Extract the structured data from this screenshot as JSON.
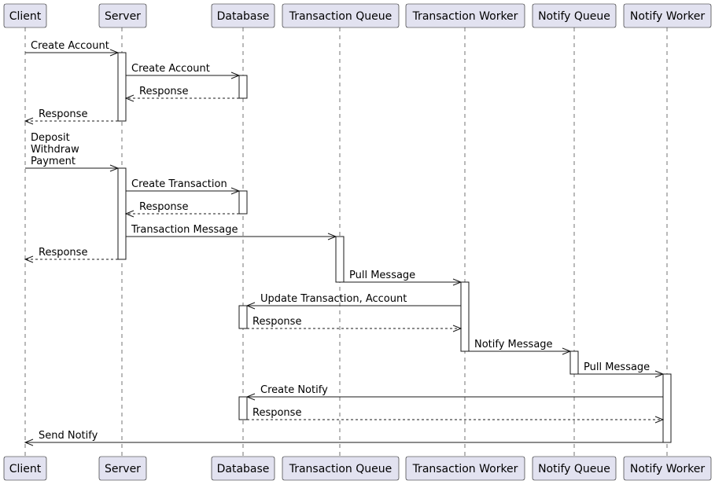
{
  "participants": [
    {
      "id": "client",
      "label": "Client"
    },
    {
      "id": "server",
      "label": "Server"
    },
    {
      "id": "database",
      "label": "Database"
    },
    {
      "id": "tqueue",
      "label": "Transaction Queue"
    },
    {
      "id": "tworker",
      "label": "Transaction Worker"
    },
    {
      "id": "nqueue",
      "label": "Notify Queue"
    },
    {
      "id": "nworker",
      "label": "Notify Worker"
    }
  ],
  "messages": [
    {
      "from": "client",
      "to": "server",
      "label": [
        "Create Account"
      ],
      "style": "solid"
    },
    {
      "from": "server",
      "to": "database",
      "label": [
        "Create Account"
      ],
      "style": "solid"
    },
    {
      "from": "database",
      "to": "server",
      "label": [
        "Response"
      ],
      "style": "dashed"
    },
    {
      "from": "server",
      "to": "client",
      "label": [
        "Response"
      ],
      "style": "dashed"
    },
    {
      "from": "client",
      "to": "server",
      "label": [
        "Deposit",
        "Withdraw",
        "Payment"
      ],
      "style": "solid"
    },
    {
      "from": "server",
      "to": "database",
      "label": [
        "Create Transaction"
      ],
      "style": "solid"
    },
    {
      "from": "database",
      "to": "server",
      "label": [
        "Response"
      ],
      "style": "dashed"
    },
    {
      "from": "server",
      "to": "tqueue",
      "label": [
        "Transaction Message"
      ],
      "style": "solid"
    },
    {
      "from": "server",
      "to": "client",
      "label": [
        "Response"
      ],
      "style": "dashed"
    },
    {
      "from": "tqueue",
      "to": "tworker",
      "label": [
        "Pull Message"
      ],
      "style": "solid"
    },
    {
      "from": "tworker",
      "to": "database",
      "label": [
        "Update Transaction, Account"
      ],
      "style": "solid"
    },
    {
      "from": "database",
      "to": "tworker",
      "label": [
        "Response"
      ],
      "style": "dashed"
    },
    {
      "from": "tworker",
      "to": "nqueue",
      "label": [
        "Notify Message"
      ],
      "style": "solid"
    },
    {
      "from": "nqueue",
      "to": "nworker",
      "label": [
        "Pull Message"
      ],
      "style": "solid"
    },
    {
      "from": "nworker",
      "to": "database",
      "label": [
        "Create Notify"
      ],
      "style": "solid"
    },
    {
      "from": "database",
      "to": "nworker",
      "label": [
        "Response"
      ],
      "style": "dashed"
    },
    {
      "from": "nworker",
      "to": "client",
      "label": [
        "Send Notify"
      ],
      "style": "solid"
    }
  ]
}
